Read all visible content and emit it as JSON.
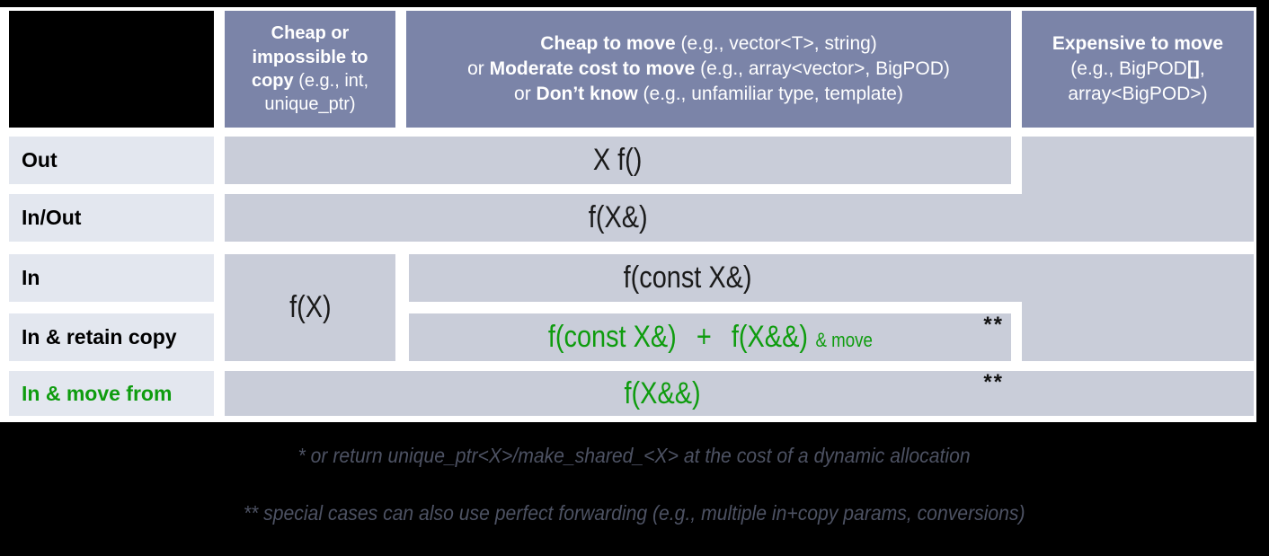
{
  "slide": {
    "columns": {
      "col1": {
        "bold": "Cheap or impossible to copy",
        "rest": " (e.g., int, unique_ptr)"
      },
      "col2": {
        "lines": [
          {
            "pre": "",
            "bold": "Cheap to move",
            "post": " (e.g., vector<T>, string)"
          },
          {
            "pre": "or ",
            "bold": "Moderate cost to move",
            "post": " (e.g., array<vector>, BigPOD)"
          },
          {
            "pre": "or ",
            "bold": "Don’t know",
            "post": " (e.g., unfamiliar type, template)"
          }
        ]
      },
      "col3": {
        "line1_bold": "Expensive to move",
        "line2_pre": "(e.g., BigPOD",
        "line2_bold": "[]",
        "line2_post": ",",
        "line3": "array<BigPOD>)"
      }
    },
    "rows": [
      {
        "label": "Out"
      },
      {
        "label": "In/Out"
      },
      {
        "label": "In"
      },
      {
        "label": "In & retain copy"
      },
      {
        "label": "In & move from"
      }
    ],
    "cells": {
      "out": "X f()",
      "inout": "f(X&)",
      "cheap_copy": "f(X)",
      "in": "f(const X&)",
      "retain_part1": "f(const X&)",
      "retain_plus": "+",
      "retain_part2": "f(X&&)",
      "retain_suffix": "& move",
      "retain_stars": "**",
      "move": "f(X&&)",
      "move_stars": "**"
    },
    "footnotes": [
      "* or return unique_ptr<X>/make_shared_<X> at the cost of a dynamic allocation",
      "** special cases can also use perfect forwarding (e.g., multiple in+copy params, conversions)"
    ],
    "colors": {
      "header_bg": "#7b84a8",
      "cell_bg": "#c9cdd9",
      "label_bg": "#e3e7ef",
      "green": "#0e9c0e",
      "footnote_text": "#4d5263",
      "cell_text": "#1a1a1a"
    }
  }
}
